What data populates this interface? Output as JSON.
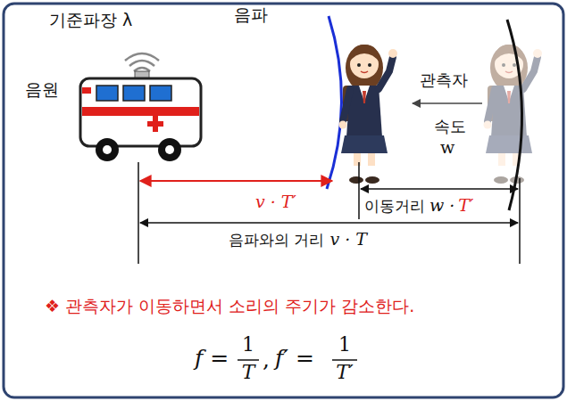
{
  "diagram": {
    "labels": [
      "기준파장 λ",
      "음파",
      "음원",
      "관측자",
      "속도",
      "w",
      "v · T′",
      "이동거리",
      "w ·",
      "T′",
      "음파와의 거리",
      "v · T",
      "❖ 관측자가 이동하면서 소리의 주기가 감소한다.",
      "f =",
      "1",
      "T",
      ",",
      "f′ =",
      "1",
      "T′"
    ]
  }
}
